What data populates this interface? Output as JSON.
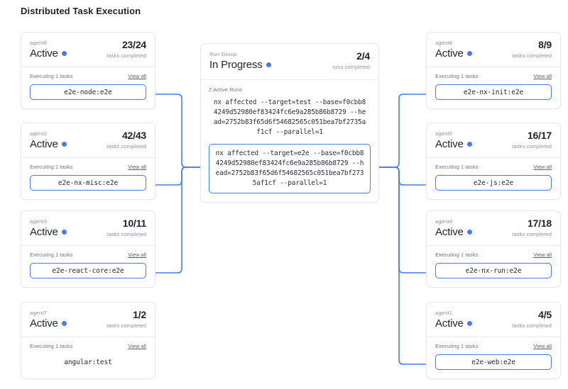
{
  "page": {
    "title": "Distributed Task Execution",
    "accent_color": "#4a7af0",
    "card_border_color": "#e6e8ec",
    "muted_text_color": "#8d93a1"
  },
  "labels": {
    "tasks_completed": "tasks completed",
    "runs_completed": "runs completed",
    "executing": "Executing 1 tasks",
    "view_all": "View all",
    "status_active": "Active"
  },
  "run_group": {
    "kicker": "Run Group",
    "status": "In Progress",
    "count": "2/4",
    "count_label": "runs completed",
    "active_runs_label": "2 Active Runs",
    "runs": [
      {
        "command": "nx affected --target=test --base=f0cbb84249d52980ef83424fc6e9a285b86b8729 --head=2752b83f65d6f54682565c051bea7bf2735af1cf --parallel=1",
        "highlighted": false
      },
      {
        "command": "nx affected --target=e2e --base=f0cbb84249d52980ef83424fc6e9a285b86b8729 --head=2752b83f65d6f54682565c051bea7bf2735af1cf --parallel=1",
        "highlighted": true
      }
    ]
  },
  "left_agents": [
    {
      "name": "agent6",
      "status": "Active",
      "count": "23/24",
      "count_label": "tasks completed",
      "executing": "Executing 1 tasks",
      "view_all": "View all",
      "task": "e2e-node:e2e",
      "connected": true
    },
    {
      "name": "agent2",
      "status": "Active",
      "count": "42/43",
      "count_label": "tasks completed",
      "executing": "Executing 1 tasks",
      "view_all": "View all",
      "task": "e2e-nx-misc:e2e",
      "connected": true
    },
    {
      "name": "agent3",
      "status": "Active",
      "count": "10/11",
      "count_label": "tasks completed",
      "executing": "Executing 1 tasks",
      "view_all": "View all",
      "task": "e2e-react-core:e2e",
      "connected": true
    },
    {
      "name": "agent7",
      "status": "Active",
      "count": "1/2",
      "count_label": "tasks completed",
      "executing": "Executing 1 tasks",
      "view_all": "View all",
      "task": "angular:test",
      "connected": false
    }
  ],
  "right_agents": [
    {
      "name": "agent8",
      "status": "Active",
      "count": "8/9",
      "count_label": "tasks completed",
      "executing": "Executing 1 tasks",
      "view_all": "View all",
      "task": "e2e-nx-init:e2e",
      "connected": true
    },
    {
      "name": "agent5",
      "status": "Active",
      "count": "16/17",
      "count_label": "tasks completed",
      "executing": "Executing 1 tasks",
      "view_all": "View all",
      "task": "e2e-js:e2e",
      "connected": true
    },
    {
      "name": "agent4",
      "status": "Active",
      "count": "17/18",
      "count_label": "tasks completed",
      "executing": "Executing 1 tasks",
      "view_all": "View all",
      "task": "e2e-nx-run:e2e",
      "connected": true
    },
    {
      "name": "agent1",
      "status": "Active",
      "count": "4/5",
      "count_label": "tasks completed",
      "executing": "Executing 1 tasks",
      "view_all": "View all",
      "task": "e2e-web:e2e",
      "connected": true
    }
  ]
}
